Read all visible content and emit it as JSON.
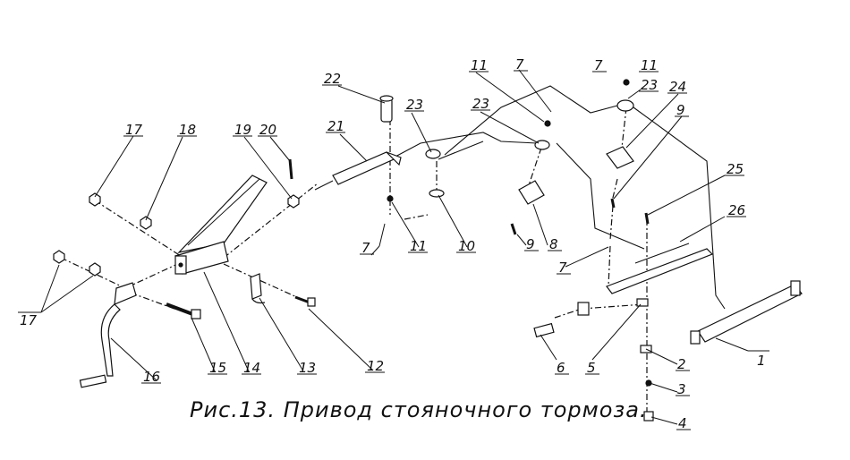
{
  "caption": "Рис.13. Привод стояночного тормоза.",
  "labels": {
    "n1": "1",
    "n2": "2",
    "n3": "3",
    "n4": "4",
    "n5": "5",
    "n6": "6",
    "n7a": "7",
    "n7b": "7",
    "n7c": "7",
    "n7d": "7",
    "n8": "8",
    "n9a": "9",
    "n9b": "9",
    "n10": "10",
    "n11a": "11",
    "n11b": "11",
    "n11c": "11",
    "n12": "12",
    "n13": "13",
    "n14": "14",
    "n15": "15",
    "n16": "16",
    "n17a": "17",
    "n17b": "17",
    "n18": "18",
    "n19": "19",
    "n20": "20",
    "n21": "21",
    "n22": "22",
    "n23a": "23",
    "n23b": "23",
    "n23c": "23",
    "n24": "24",
    "n25": "25",
    "n26": "26"
  }
}
